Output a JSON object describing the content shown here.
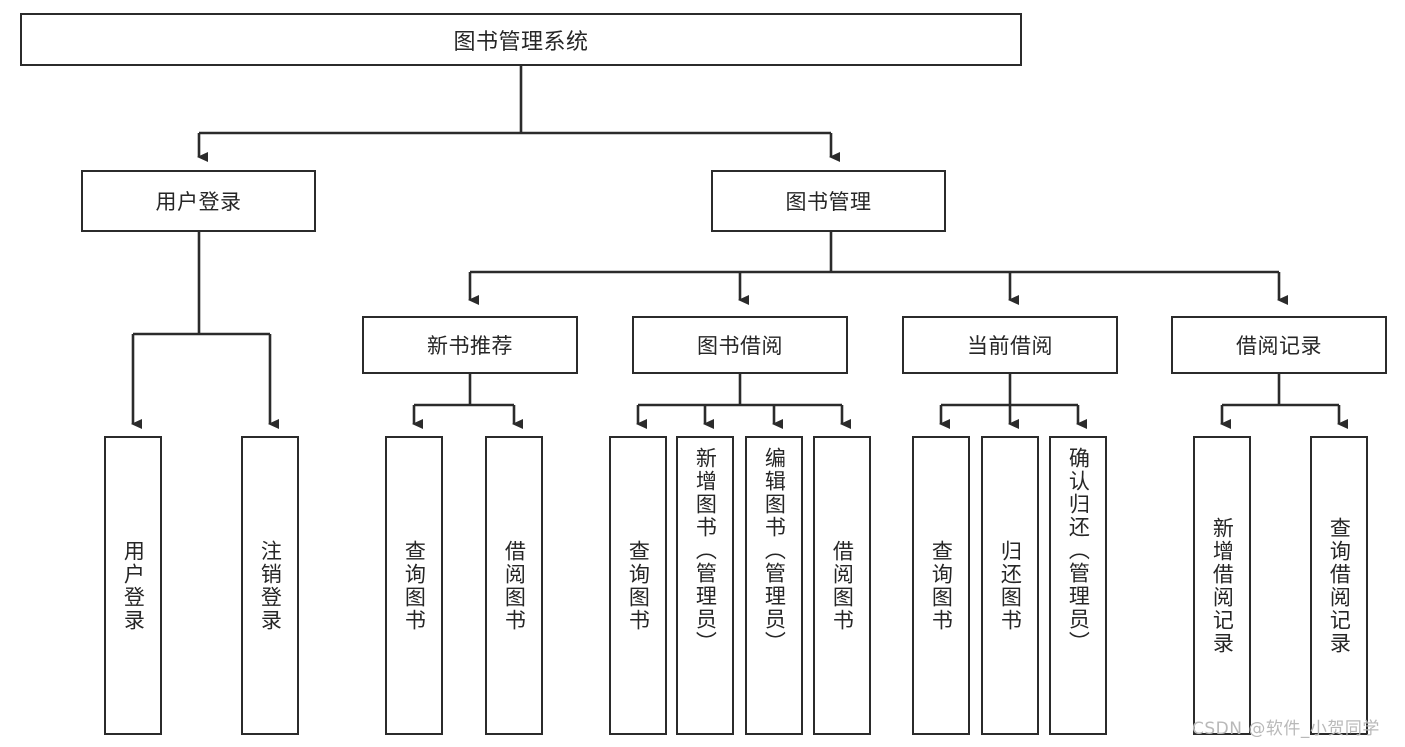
{
  "diagram": {
    "type": "hierarchy-tree",
    "title": "图书管理系统",
    "watermark": "CSDN @软件_小贺同学",
    "colors": {
      "box_border": "#2b2b2b",
      "box_fill": "#ffffff",
      "connector": "#2b2b2b",
      "text": "#262626",
      "watermark": "#b9b9b9",
      "background": "#ffffff"
    },
    "levels": {
      "root": "图书管理系统",
      "level2": [
        "用户登录",
        "图书管理"
      ],
      "level3": [
        "新书推荐",
        "图书借阅",
        "当前借阅",
        "借阅记录"
      ],
      "leaves": [
        "用户登录",
        "注销登录",
        "查询图书",
        "借阅图书",
        "查询图书",
        "新增图书（管理员）",
        "编辑图书（管理员）",
        "借阅图书",
        "查询图书",
        "归还图书",
        "确认归还（管理员）",
        "新增借阅记录",
        "查询借阅记录"
      ]
    },
    "nodes": {
      "root": {
        "label": "图书管理系统"
      },
      "user_login_branch": {
        "label": "用户登录"
      },
      "book_manage_branch": {
        "label": "图书管理"
      },
      "new_book_rec": {
        "label": "新书推荐"
      },
      "book_borrow": {
        "label": "图书借阅"
      },
      "current_borrow": {
        "label": "当前借阅"
      },
      "borrow_record": {
        "label": "借阅记录"
      },
      "leaf_user_login": {
        "label": "用户登录"
      },
      "leaf_user_logout": {
        "label": "注销登录"
      },
      "leaf_query_book_a": {
        "label": "查询图书"
      },
      "leaf_borrow_book_a": {
        "label": "借阅图书"
      },
      "leaf_query_book_b": {
        "label": "查询图书"
      },
      "leaf_add_book": {
        "label": "新增图书（管理员）"
      },
      "leaf_edit_book": {
        "label": "编辑图书（管理员）"
      },
      "leaf_borrow_book_b": {
        "label": "借阅图书"
      },
      "leaf_query_book_c": {
        "label": "查询图书"
      },
      "leaf_return_book": {
        "label": "归还图书"
      },
      "leaf_confirm_return": {
        "label": "确认归还（管理员）"
      },
      "leaf_add_record": {
        "label": "新增借阅记录"
      },
      "leaf_query_record": {
        "label": "查询借阅记录"
      }
    },
    "edges": [
      {
        "from": "root",
        "to": "user_login_branch"
      },
      {
        "from": "root",
        "to": "book_manage_branch"
      },
      {
        "from": "user_login_branch",
        "to": "leaf_user_login"
      },
      {
        "from": "user_login_branch",
        "to": "leaf_user_logout"
      },
      {
        "from": "book_manage_branch",
        "to": "new_book_rec"
      },
      {
        "from": "book_manage_branch",
        "to": "book_borrow"
      },
      {
        "from": "book_manage_branch",
        "to": "current_borrow"
      },
      {
        "from": "book_manage_branch",
        "to": "borrow_record"
      },
      {
        "from": "new_book_rec",
        "to": "leaf_query_book_a"
      },
      {
        "from": "new_book_rec",
        "to": "leaf_borrow_book_a"
      },
      {
        "from": "book_borrow",
        "to": "leaf_query_book_b"
      },
      {
        "from": "book_borrow",
        "to": "leaf_add_book"
      },
      {
        "from": "book_borrow",
        "to": "leaf_edit_book"
      },
      {
        "from": "book_borrow",
        "to": "leaf_borrow_book_b"
      },
      {
        "from": "current_borrow",
        "to": "leaf_query_book_c"
      },
      {
        "from": "current_borrow",
        "to": "leaf_return_book"
      },
      {
        "from": "current_borrow",
        "to": "leaf_confirm_return"
      },
      {
        "from": "borrow_record",
        "to": "leaf_add_record"
      },
      {
        "from": "borrow_record",
        "to": "leaf_query_record"
      }
    ]
  }
}
